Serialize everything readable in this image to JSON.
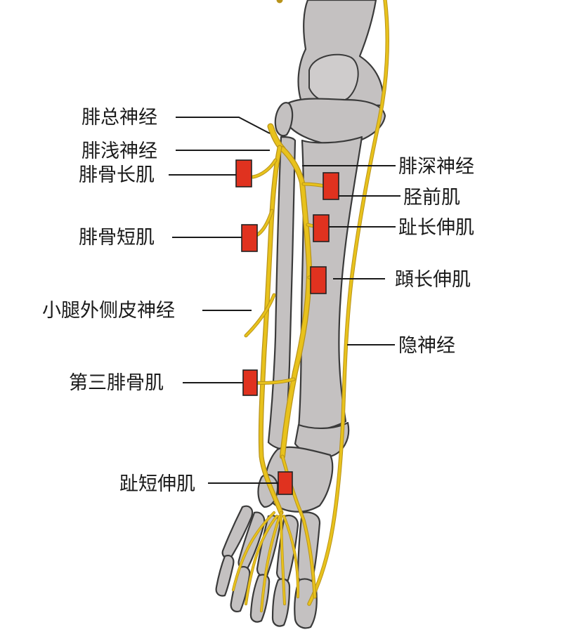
{
  "labels": {
    "common_peroneal_nerve": "腓总神经",
    "superficial_peroneal_nerve": "腓浅神经",
    "peroneus_longus": "腓骨长肌",
    "peroneus_brevis": "腓骨短肌",
    "lateral_sural_cutaneous_nerve": "小腿外侧皮神经",
    "peroneus_tertius": "第三腓骨肌",
    "extensor_digitorum_brevis": "趾短伸肌",
    "deep_peroneal_nerve": "腓深神经",
    "tibialis_anterior": "胫前肌",
    "extensor_digitorum_longus": "趾长伸肌",
    "extensor_hallucis_longus": "蹞长伸肌",
    "saphenous_nerve": "隐神经"
  },
  "colors": {
    "bone": "#c4c1c1",
    "nerve": "#e8c21c",
    "muscle_marker": "#e0321f",
    "outline": "#3a3a3a"
  }
}
